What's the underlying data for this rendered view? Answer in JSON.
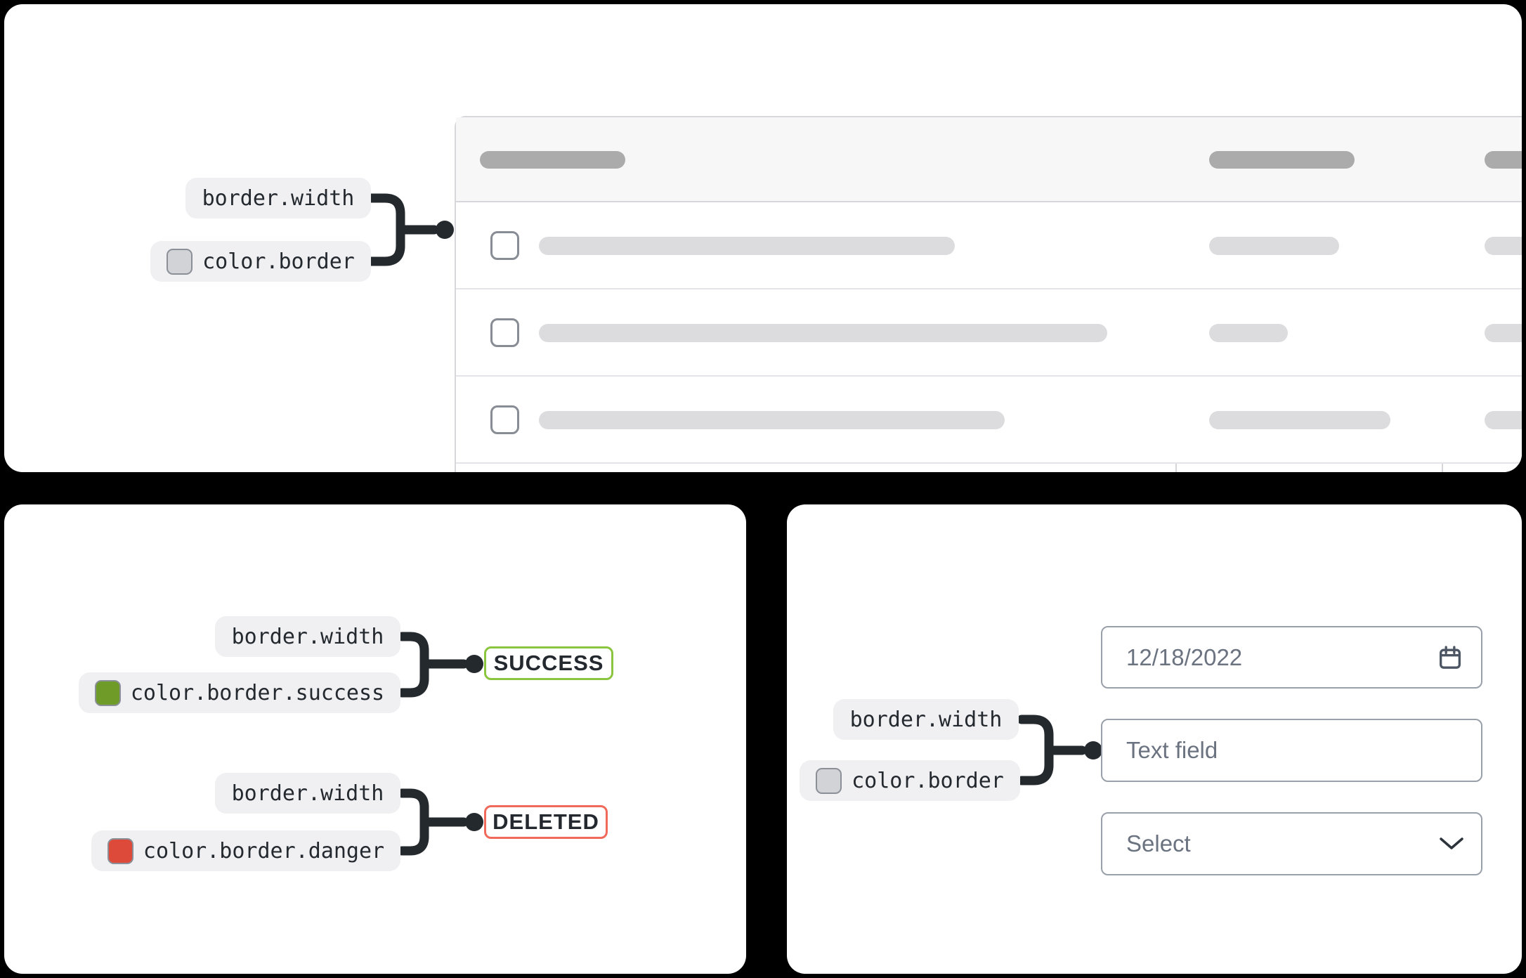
{
  "page": {
    "background": "#000000"
  },
  "colors": {
    "connector": "#24292e",
    "border_success": "#8bc53f",
    "border_danger": "#f0695a",
    "swatch_gray": "#d2d3d7",
    "swatch_success": "#6f9b28",
    "swatch_danger": "#dd4a3a",
    "table_border": "#d7d7db",
    "field_border": "#9aa0aa"
  },
  "tokens": {
    "table": [
      {
        "label": "border.width"
      },
      {
        "label": "color.border",
        "swatch": "#d2d3d7"
      }
    ],
    "success": [
      {
        "label": "border.width"
      },
      {
        "label": "color.border.success",
        "swatch": "#6f9b28"
      }
    ],
    "danger": [
      {
        "label": "border.width"
      },
      {
        "label": "color.border.danger",
        "swatch": "#dd4a3a"
      }
    ],
    "form": [
      {
        "label": "border.width"
      },
      {
        "label": "color.border",
        "swatch": "#d2d3d7"
      }
    ]
  },
  "badges": {
    "success": "SUCCESS",
    "deleted": "DELETED"
  },
  "form": {
    "date_value": "12/18/2022",
    "text_placeholder": "Text field",
    "select_placeholder": "Select"
  }
}
